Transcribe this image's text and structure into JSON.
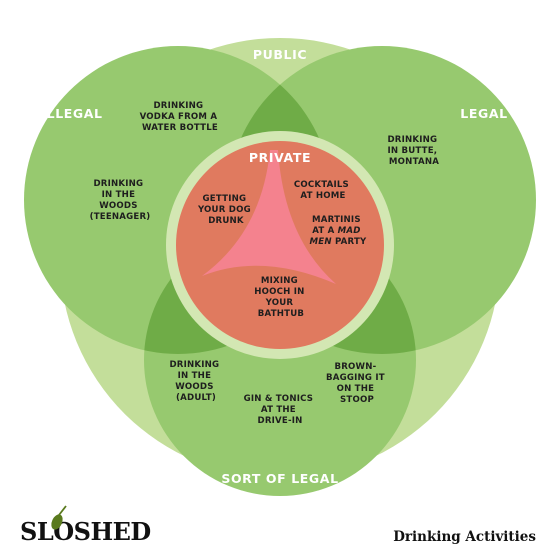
{
  "colors": {
    "light_green": "#c3de9a",
    "mid_green": "#97c96f",
    "dark_green": "#6fac47",
    "private_red": "#e07a5f",
    "center_pink": "#f4828e",
    "ring_green": "#d3e7b3",
    "text_dark": "#1e1e1e",
    "olive_green": "#5a7a1e"
  },
  "categories": {
    "public": "PUBLIC",
    "illegal": "ILLEGAL",
    "legal": "LEGAL",
    "private": "PRIVATE",
    "sort_of_legal": "SORT OF LEGAL"
  },
  "items": {
    "vodka": [
      "DRINKING",
      "VODKA FROM A",
      "WATER BOTTLE"
    ],
    "butte": [
      "DRINKING",
      "IN BUTTE,",
      "MONTANA"
    ],
    "woods_teen": [
      "DRINKING",
      "IN THE",
      "WOODS",
      "(TEENAGER)"
    ],
    "dog": [
      "GETTING",
      "YOUR DOG",
      "DRUNK"
    ],
    "cocktails": [
      "COCKTAILS",
      "AT HOME"
    ],
    "martinis": {
      "line1": "MARTINIS",
      "line2_pre": "AT A ",
      "line2_em": "MAD",
      "line3_em": "MEN",
      "line3_post": " PARTY"
    },
    "hooch": [
      "MIXING",
      "HOOCH IN",
      "YOUR",
      "BATHTUB"
    ],
    "woods_adult": [
      "DRINKING",
      "IN THE",
      "WOODS",
      "(ADULT)"
    ],
    "brown_bag": [
      "BROWN-",
      "BAGGING IT",
      "ON THE",
      "STOOP"
    ],
    "gin": [
      "GIN & TONICS",
      "AT THE",
      "DRIVE-IN"
    ]
  },
  "footer": {
    "logo": "SLOSHED",
    "title": "Drinking Activities"
  }
}
